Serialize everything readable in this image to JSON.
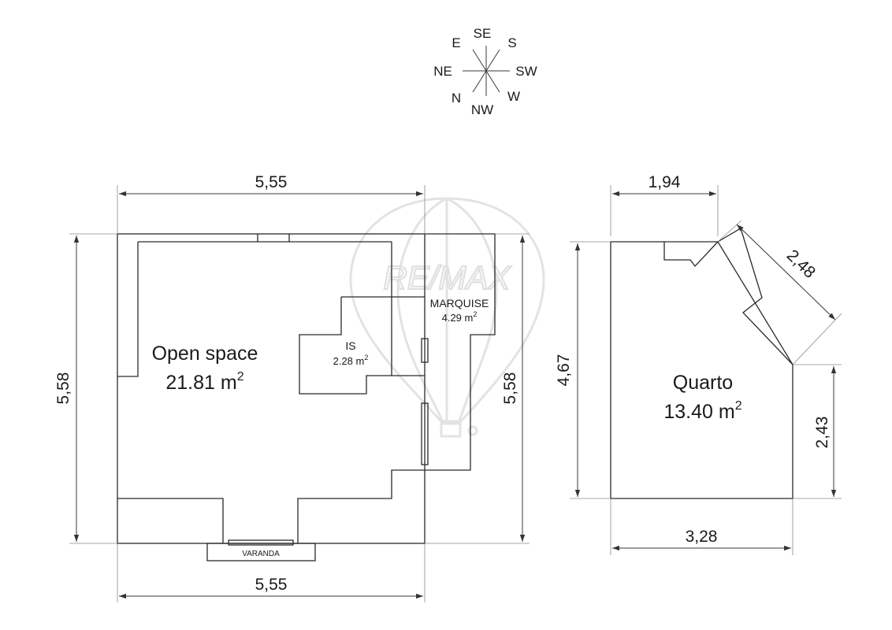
{
  "compass": {
    "labels": [
      "SE",
      "S",
      "SW",
      "W",
      "NW",
      "N",
      "NE",
      "E"
    ]
  },
  "watermark": {
    "text": "RE/MAX"
  },
  "rooms": {
    "open_space": {
      "name": "Open space",
      "area": "21.81 m",
      "sup": "2"
    },
    "is": {
      "name": "IS",
      "area": "2.28 m",
      "sup": "2"
    },
    "marquise": {
      "name": "MARQUISE",
      "area": "4.29 m",
      "sup": "2"
    },
    "varanda": {
      "name": "VARANDA"
    },
    "quarto": {
      "name": "Quarto",
      "area": "13.40 m",
      "sup": "2"
    }
  },
  "dimensions": {
    "top_left_width": "5,55",
    "bottom_left_width": "5,55",
    "left_height": "5,58",
    "right_height": "5,58",
    "quarto_top": "1,94",
    "quarto_diagonal": "2,48",
    "quarto_height": "4,67",
    "quarto_right_lower": "2,43",
    "quarto_bottom": "3,28"
  }
}
